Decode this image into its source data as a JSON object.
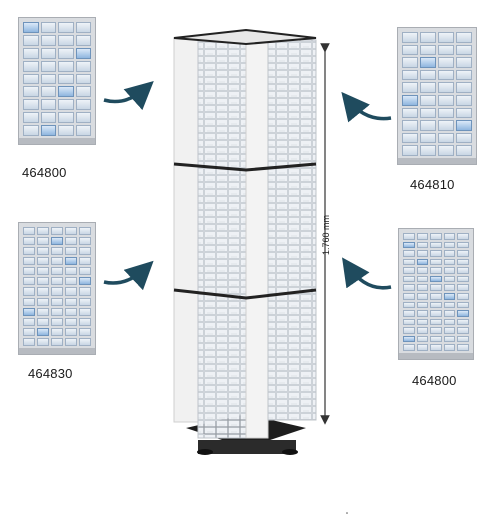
{
  "products": [
    {
      "code": "464800",
      "position": "top-left",
      "drawer_rows": 9,
      "drawer_cols": 4
    },
    {
      "code": "464810",
      "position": "top-right",
      "drawer_rows": 10,
      "drawer_cols": 4
    },
    {
      "code": "464830",
      "position": "middle-left",
      "drawer_rows": 12,
      "drawer_cols": 5
    },
    {
      "code": "464800",
      "position": "middle-right",
      "drawer_rows": 14,
      "drawer_cols": 5
    }
  ],
  "tower": {
    "height_label": "1.760 mm",
    "sections": 3
  },
  "colors": {
    "arrow": "#1f4b5e",
    "cabinet_frame": "#d9dce0",
    "drawer_blue": "#c9d6e4",
    "tower_frame": "#f2f2f2",
    "tower_band": "#222222",
    "dimension_line": "#333333"
  }
}
